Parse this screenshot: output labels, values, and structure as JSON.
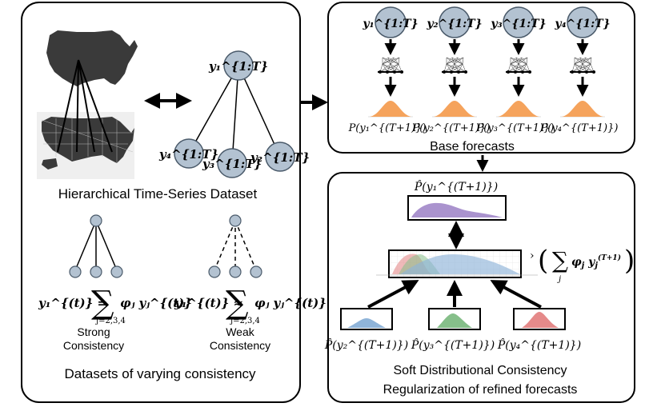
{
  "left_panel": {
    "title": "Hierarchical Time-Series Dataset",
    "footer": "Datasets of varying consistency",
    "root_node": "y₁^{1:T}",
    "child_nodes": [
      "y₄^{1:T}",
      "y₃^{1:T}",
      "y₂^{1:T}"
    ],
    "strong": {
      "equation_lhs": "y₁^{(t)} =",
      "equation_rhs": "φⱼ yⱼ^{(t)}",
      "sum_index": "j=2,3,4",
      "label_line1": "Strong",
      "label_line2": "Consistency"
    },
    "weak": {
      "equation_lhs": "y₁^{(t)} ≈",
      "equation_rhs": "φⱼ yⱼ^{(t)}",
      "sum_index": "j=2,3,4",
      "label_line1": "Weak",
      "label_line2": "Consistency"
    }
  },
  "top_right_panel": {
    "caption": "Base forecasts",
    "input_nodes": [
      "y₁^{1:T}",
      "y₂^{1:T}",
      "y₃^{1:T}",
      "y₄^{1:T}"
    ],
    "outputs": [
      "P(y₁^{(T+1)})",
      "P(y₂^{(T+1)})",
      "P(y₃^{(T+1)})",
      "P(y₄^{(T+1)})"
    ]
  },
  "bottom_right_panel": {
    "caption_line1": "Soft Distributional Consistency",
    "caption_line2": "Regularization of refined forecasts",
    "top_label": "P̂(y₁^{(T+1)})",
    "sum_label": "Σⱼ φⱼ yⱼ^{(T+1)}",
    "sum_index": "j",
    "bottom_labels": [
      "P̂(y₂^{(T+1)})",
      "P̂(y₃^{(T+1)})",
      "P̂(y₄^{(T+1)})"
    ]
  },
  "colors": {
    "node_fill": "#b3c2d1",
    "node_stroke": "#4a5a6a",
    "orange": "#f5a35c",
    "purple": "#8e6fbe",
    "blue": "#8fb4d9",
    "green": "#86bf8a",
    "red": "#e58a8a",
    "map": "#3a3a3a"
  }
}
